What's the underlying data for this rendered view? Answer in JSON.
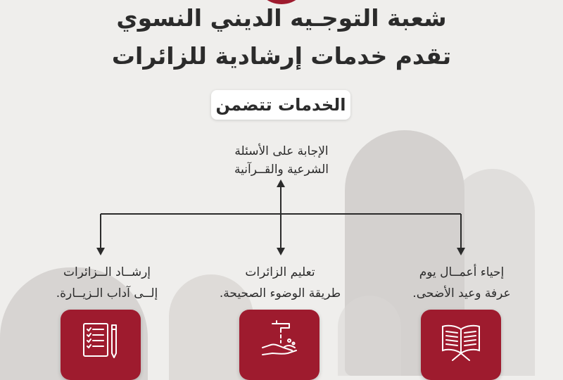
{
  "header": {
    "title_line1": "شعبة التوجـيه الديني النسوي",
    "title_line2": "تقدم خدمات إرشادية للزائرات"
  },
  "services_label": "الخدمات تتضمن",
  "top_service": {
    "line1": "الإجابة على الأسئلة",
    "line2": "الشرعية والقــرآنية"
  },
  "services": [
    {
      "line1": "إحياء أعمــال يوم",
      "line2": "عرفة وعيد الأضحى.",
      "icon": "open-book-icon"
    },
    {
      "line1": "تعليم الزائرات",
      "line2": "طريقة الوضوء الصحيحة.",
      "icon": "hand-washing-icon"
    },
    {
      "line1": "إرشــاد الــزائرات",
      "line2": "إلــى آداب الـزيــارة.",
      "icon": "checklist-pen-icon"
    }
  ],
  "colors": {
    "accent": "#9e1b2e",
    "text": "#2b2b2b",
    "background": "#efeeec"
  }
}
